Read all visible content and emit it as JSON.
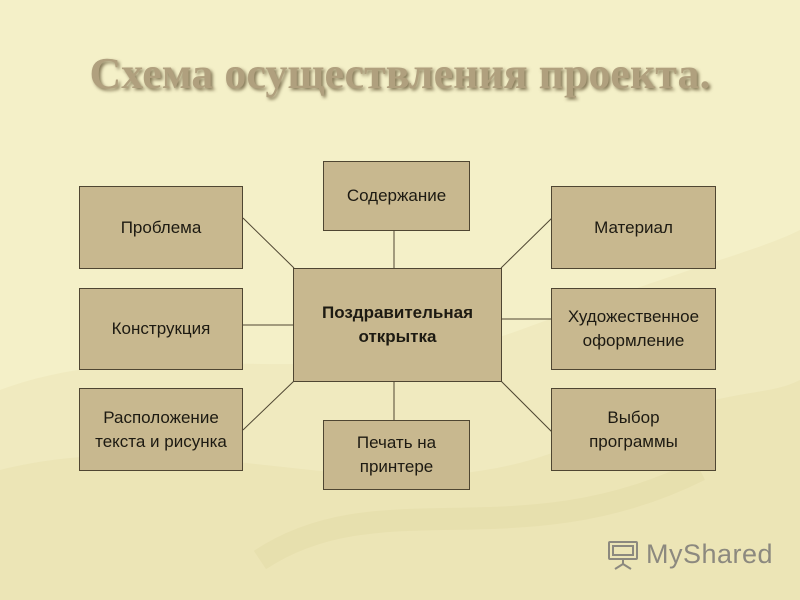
{
  "title": "Схема осуществления проекта.",
  "diagram": {
    "center": "Поздравительная\nоткрытка",
    "nodes": {
      "problem": "Проблема",
      "content": "Содержание",
      "material": "Материал",
      "construction": "Конструкция",
      "artistic": "Художественное\nоформление",
      "layout": "Расположение\nтекста и рисунка",
      "printing": "Печать на\nпринтере",
      "program": "Выбор\nпрограммы"
    }
  },
  "watermark": {
    "text": "MyShared",
    "icon": "projector-icon"
  },
  "colors": {
    "background": "#f4f0c8",
    "box_fill": "#c8b88f",
    "box_border": "#4f4632",
    "title": "#b0a07e"
  }
}
